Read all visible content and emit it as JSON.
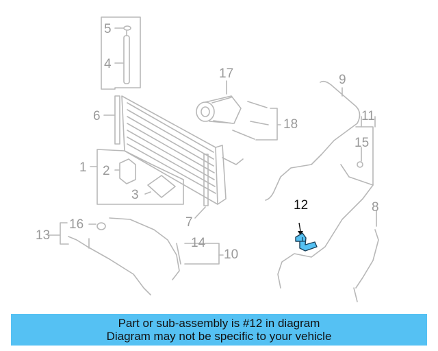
{
  "colors": {
    "line": "#b8b8b8",
    "highlight_fill": "#55c1f3",
    "highlight_stroke": "#1a3f57",
    "banner_bg": "#55c1f3",
    "banner_text": "#111111"
  },
  "callouts": [
    {
      "id": "1",
      "label": "1"
    },
    {
      "id": "2",
      "label": "2"
    },
    {
      "id": "3",
      "label": "3"
    },
    {
      "id": "4",
      "label": "4"
    },
    {
      "id": "5",
      "label": "5"
    },
    {
      "id": "6",
      "label": "6"
    },
    {
      "id": "7",
      "label": "7"
    },
    {
      "id": "8",
      "label": "8"
    },
    {
      "id": "9",
      "label": "9"
    },
    {
      "id": "10",
      "label": "10"
    },
    {
      "id": "11",
      "label": "11"
    },
    {
      "id": "12",
      "label": "12",
      "highlighted": true
    },
    {
      "id": "13",
      "label": "13"
    },
    {
      "id": "14",
      "label": "14"
    },
    {
      "id": "15",
      "label": "15"
    },
    {
      "id": "16",
      "label": "16"
    },
    {
      "id": "17",
      "label": "17"
    },
    {
      "id": "18",
      "label": "18"
    }
  ],
  "banner": {
    "line1": "Part or sub-assembly is #12 in diagram",
    "line2": "Diagram may not be specific to your vehicle"
  }
}
